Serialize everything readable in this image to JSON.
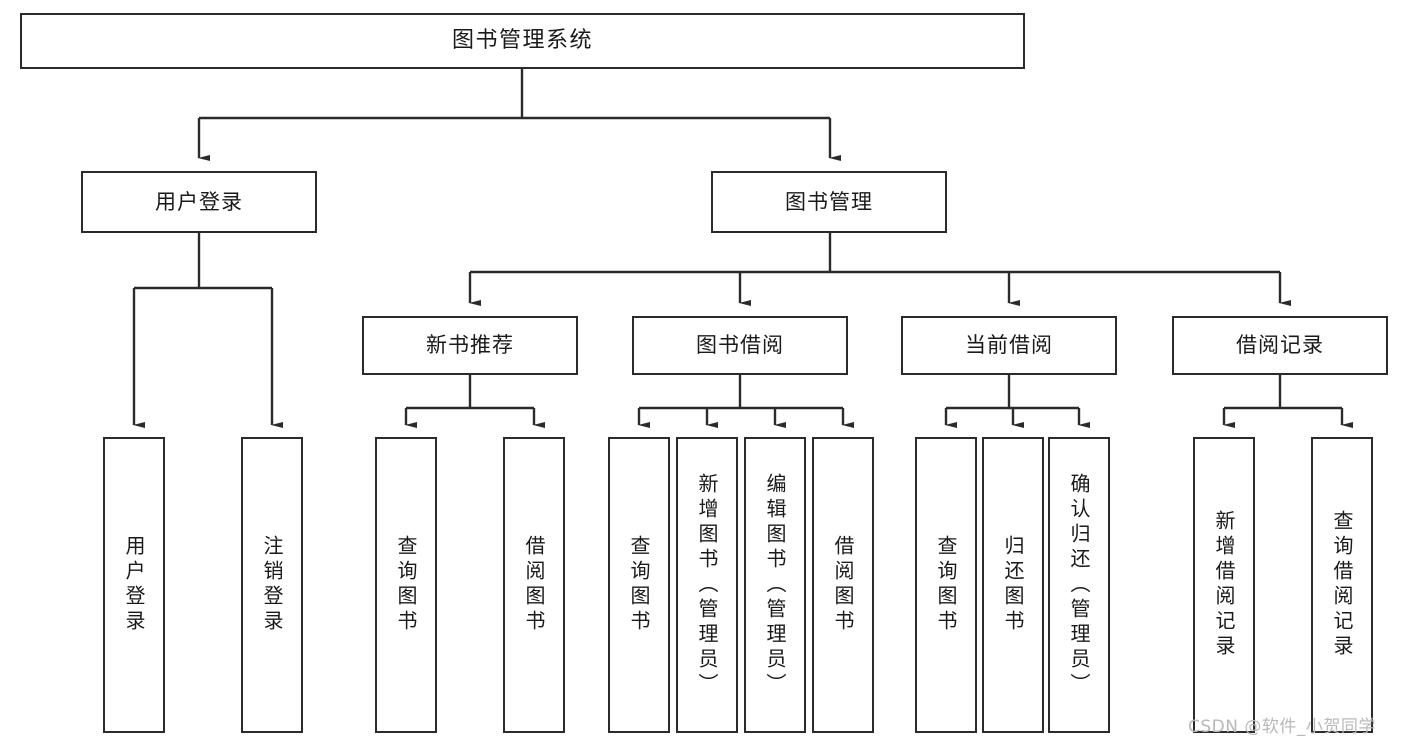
{
  "diagram": {
    "title": "图书管理系统",
    "type": "tree",
    "watermark": "CSDN @软件_小贺同学",
    "line_color": "#2b2b2b",
    "box_fill": "#ffffff",
    "text_color": "#1a1a1a"
  },
  "nodes": {
    "root": {
      "label": "图书管理系统"
    },
    "level2": [
      {
        "label": "用户登录"
      },
      {
        "label": "图书管理"
      }
    ],
    "level3": [
      {
        "label": "新书推荐"
      },
      {
        "label": "图书借阅"
      },
      {
        "label": "当前借阅"
      },
      {
        "label": "借阅记录"
      }
    ],
    "leaves": {
      "user_login": [
        {
          "label": "用户登录"
        },
        {
          "label": "注销登录"
        }
      ],
      "new_book": [
        {
          "label": "查询图书"
        },
        {
          "label": "借阅图书"
        }
      ],
      "borrow_book": [
        {
          "label": "查询图书"
        },
        {
          "label": "新增图书（管理员）"
        },
        {
          "label": "编辑图书（管理员）"
        },
        {
          "label": "借阅图书"
        }
      ],
      "current_borrow": [
        {
          "label": "查询图书"
        },
        {
          "label": "归还图书"
        },
        {
          "label": "确认归还（管理员）"
        }
      ],
      "borrow_record": [
        {
          "label": "新增借阅记录"
        },
        {
          "label": "查询借阅记录"
        }
      ]
    }
  }
}
